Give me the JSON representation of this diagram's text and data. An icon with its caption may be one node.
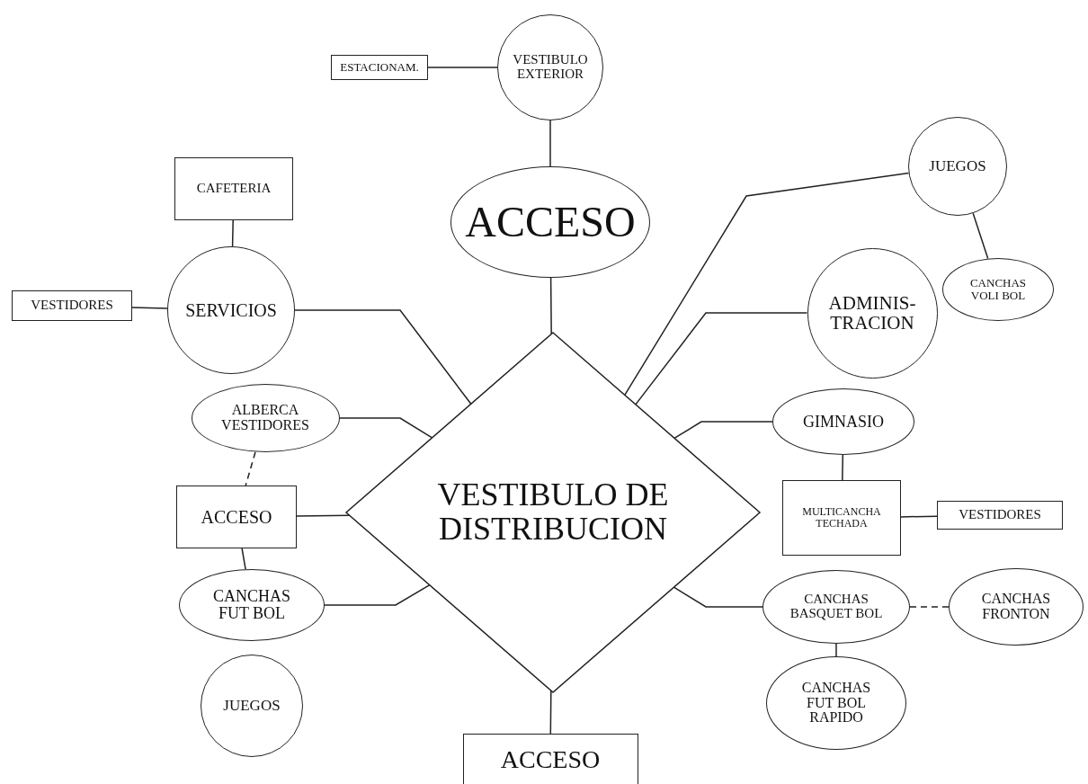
{
  "diagram": {
    "nodes": [
      {
        "text": [
          "ESTACIONAM."
        ]
      },
      {
        "text": [
          "VESTIBULO EXTERIOR"
        ]
      },
      {
        "text": [
          "JUEGOS"
        ]
      },
      {
        "text": [
          "ACCESO"
        ]
      },
      {
        "text": [
          "CAFETERIA"
        ]
      },
      {
        "text": [
          "VESTIDORES"
        ]
      },
      {
        "text": [
          "SERVICIOS"
        ]
      },
      {
        "text": [
          "CANCHAS VOLI BOL"
        ]
      },
      {
        "text": [
          "ADMINIS- TRACION"
        ]
      },
      {
        "text": [
          "VESTIBULO DE DISTRIBUCION"
        ]
      },
      {
        "text": [
          "ALBERCA VESTIDORES"
        ]
      },
      {
        "text": [
          "GIMNASIO"
        ]
      },
      {
        "text": [
          "ACCESO"
        ]
      },
      {
        "text": [
          "MULTICANCHA TECHADA"
        ]
      },
      {
        "text": [
          "VESTIDORES"
        ]
      },
      {
        "text": [
          "CANCHAS FUT BOL"
        ]
      },
      {
        "text": [
          "CANCHAS BASQUET BOL"
        ]
      },
      {
        "text": [
          "CANCHAS FRONTON"
        ]
      },
      {
        "text": [
          "JUEGOS"
        ]
      },
      {
        "text": [
          "CANCHAS FUT BOL RAPIDO"
        ]
      },
      {
        "text": [
          "ACCESO"
        ]
      }
    ],
    "edges": [
      {
        "from": 0,
        "to": 1,
        "arrow": "none"
      },
      {
        "from": 1,
        "to": 3,
        "arrow": "none"
      },
      {
        "from": 4,
        "to": 6,
        "arrow": "none"
      },
      {
        "from": 5,
        "to": 6,
        "arrow": "none"
      },
      {
        "from": 6,
        "to": 9,
        "arrow": "none"
      },
      {
        "from": 2,
        "to": 7,
        "arrow": "none"
      },
      {
        "from": 2,
        "to": 9,
        "arrow": "none"
      },
      {
        "from": 8,
        "to": 9,
        "arrow": "none"
      },
      {
        "from": 10,
        "to": 9,
        "arrow": "none"
      },
      {
        "from": 11,
        "to": 9,
        "arrow": "none"
      },
      {
        "from": 11,
        "to": 13,
        "arrow": "none"
      },
      {
        "from": 13,
        "to": 14,
        "arrow": "none"
      },
      {
        "from": 12,
        "to": 9,
        "arrow": "none"
      },
      {
        "from": 10,
        "to": 12,
        "arrow": "none",
        "style": "dashed"
      },
      {
        "from": 12,
        "to": 15,
        "arrow": "none"
      },
      {
        "from": 15,
        "to": 9,
        "arrow": "none"
      },
      {
        "from": 16,
        "to": 9,
        "arrow": "none"
      },
      {
        "from": 16,
        "to": 17,
        "arrow": "none",
        "style": "dashed"
      },
      {
        "from": 16,
        "to": 19,
        "arrow": "none"
      },
      {
        "from": 9,
        "to": 20,
        "arrow": "none"
      },
      {
        "from": 3,
        "to": 9,
        "arrow": "none"
      }
    ]
  }
}
